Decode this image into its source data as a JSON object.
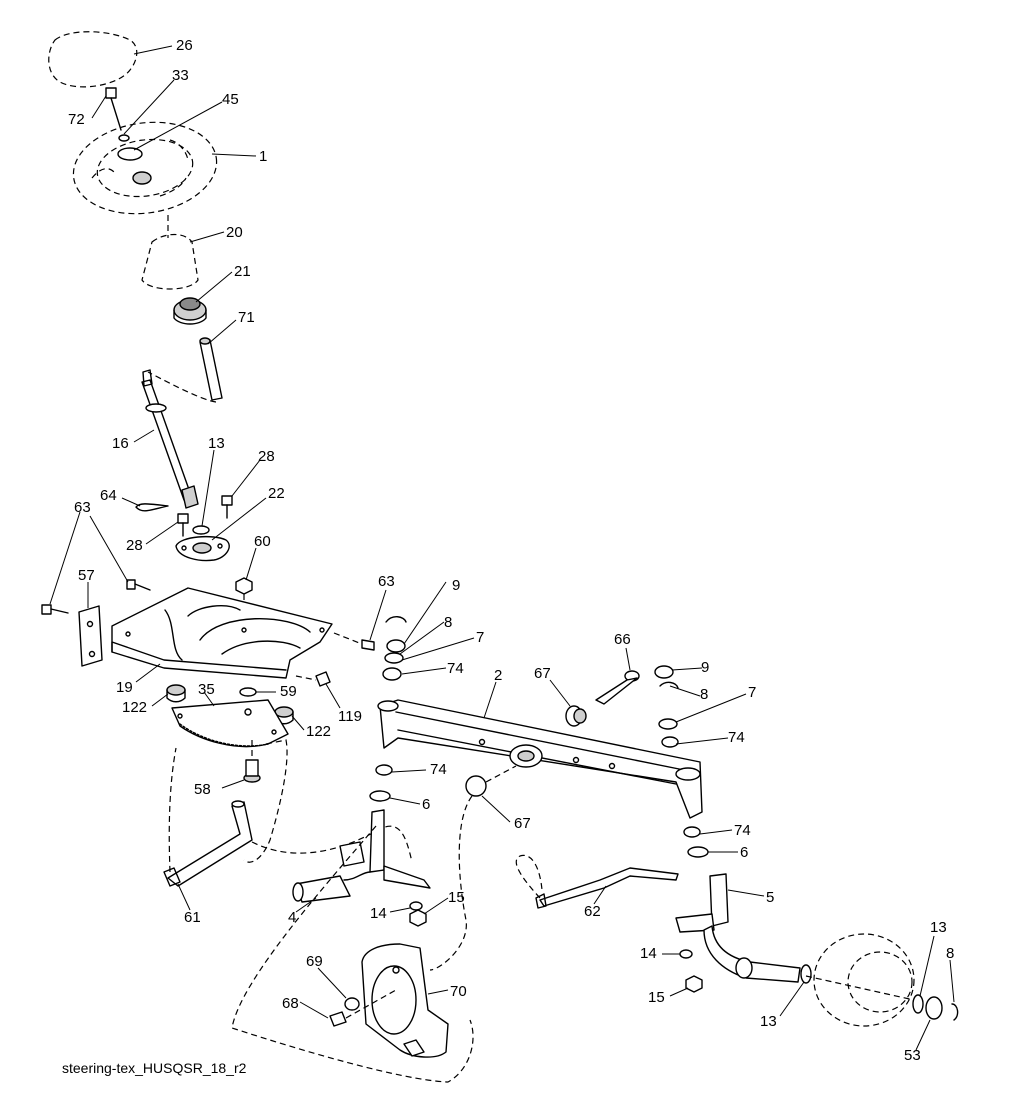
{
  "caption": "steering-tex_HUSQSR_18_r2",
  "callouts": [
    {
      "id": "c26",
      "text": "26"
    },
    {
      "id": "c33",
      "text": "33"
    },
    {
      "id": "c72",
      "text": "72"
    },
    {
      "id": "c45",
      "text": "45"
    },
    {
      "id": "c1",
      "text": "1"
    },
    {
      "id": "c20",
      "text": "20"
    },
    {
      "id": "c21",
      "text": "21"
    },
    {
      "id": "c71",
      "text": "71"
    },
    {
      "id": "c16",
      "text": "16"
    },
    {
      "id": "c13a",
      "text": "13"
    },
    {
      "id": "c28a",
      "text": "28"
    },
    {
      "id": "c64",
      "text": "64"
    },
    {
      "id": "c22",
      "text": "22"
    },
    {
      "id": "c28b",
      "text": "28"
    },
    {
      "id": "c63a",
      "text": "63"
    },
    {
      "id": "c60",
      "text": "60"
    },
    {
      "id": "c57",
      "text": "57"
    },
    {
      "id": "c63b",
      "text": "63"
    },
    {
      "id": "c9a",
      "text": "9"
    },
    {
      "id": "c8a",
      "text": "8"
    },
    {
      "id": "c7a",
      "text": "7"
    },
    {
      "id": "c66",
      "text": "66"
    },
    {
      "id": "c74a",
      "text": "74"
    },
    {
      "id": "c2",
      "text": "2"
    },
    {
      "id": "c67a",
      "text": "67"
    },
    {
      "id": "c9b",
      "text": "9"
    },
    {
      "id": "c8b",
      "text": "8"
    },
    {
      "id": "c7b",
      "text": "7"
    },
    {
      "id": "c19",
      "text": "19"
    },
    {
      "id": "c59",
      "text": "59"
    },
    {
      "id": "c35",
      "text": "35"
    },
    {
      "id": "c122a",
      "text": "122"
    },
    {
      "id": "c119",
      "text": "119"
    },
    {
      "id": "c122b",
      "text": "122"
    },
    {
      "id": "c74b",
      "text": "74"
    },
    {
      "id": "c74c",
      "text": "74"
    },
    {
      "id": "c58",
      "text": "58"
    },
    {
      "id": "c6a",
      "text": "6"
    },
    {
      "id": "c67b",
      "text": "67"
    },
    {
      "id": "c74d",
      "text": "74"
    },
    {
      "id": "c6b",
      "text": "6"
    },
    {
      "id": "c5",
      "text": "5"
    },
    {
      "id": "c4",
      "text": "4"
    },
    {
      "id": "c15a",
      "text": "15"
    },
    {
      "id": "c14a",
      "text": "14"
    },
    {
      "id": "c62",
      "text": "62"
    },
    {
      "id": "c61",
      "text": "61"
    },
    {
      "id": "c13b",
      "text": "13"
    },
    {
      "id": "c8c",
      "text": "8"
    },
    {
      "id": "c14b",
      "text": "14"
    },
    {
      "id": "c69",
      "text": "69"
    },
    {
      "id": "c70",
      "text": "70"
    },
    {
      "id": "c15b",
      "text": "15"
    },
    {
      "id": "c68",
      "text": "68"
    },
    {
      "id": "c13c",
      "text": "13"
    },
    {
      "id": "c53",
      "text": "53"
    }
  ]
}
